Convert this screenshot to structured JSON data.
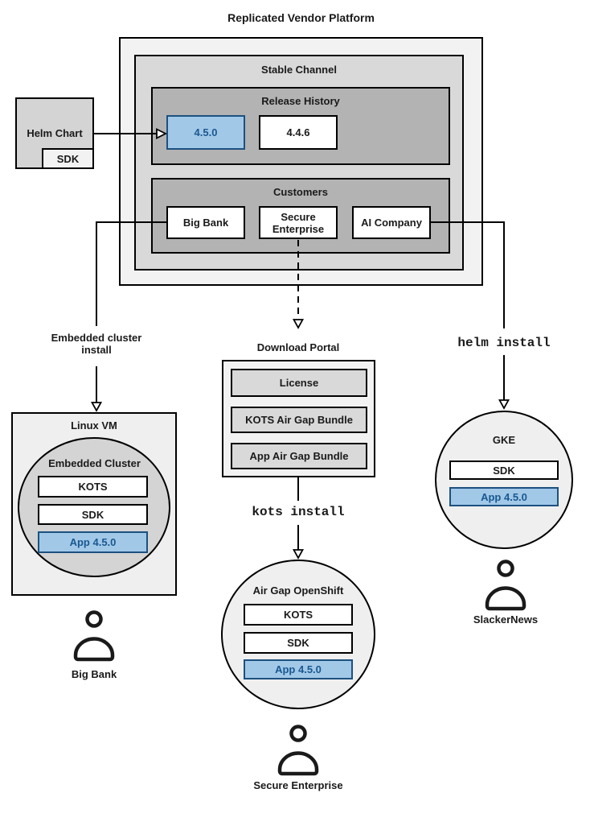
{
  "title": "Replicated Vendor Platform",
  "colors": {
    "outer_fill": "#f2f2f2",
    "channel_fill": "#d9d9d9",
    "section_fill": "#b3b3b3",
    "circle_dark_fill": "#d4d4d4",
    "circle_light_fill": "#efefef",
    "highlight_fill": "#a2c8e8",
    "highlight_border": "#1c5180",
    "highlight_text": "#19588f",
    "line_color": "#000000"
  },
  "helm_chart": {
    "label": "Helm Chart",
    "sdk": "SDK"
  },
  "platform": {
    "stable_channel_label": "Stable Channel",
    "release_history": {
      "label": "Release History",
      "releases": [
        "4.5.0",
        "4.4.6"
      ]
    },
    "customers": {
      "label": "Customers",
      "items": [
        "Big Bank",
        "Secure Enterprise",
        "AI Company"
      ]
    }
  },
  "left_branch": {
    "arrow_label": "Embedded cluster install",
    "vm_label": "Linux VM",
    "cluster_label": "Embedded Cluster",
    "components": [
      "KOTS",
      "SDK",
      "App 4.5.0"
    ],
    "user_label": "Big Bank"
  },
  "middle_branch": {
    "portal_label": "Download Portal",
    "portal_items": [
      "License",
      "KOTS Air Gap Bundle",
      "App Air Gap Bundle"
    ],
    "install_label": "kots install",
    "cluster_label": "Air Gap OpenShift",
    "components": [
      "KOTS",
      "SDK",
      "App 4.5.0"
    ],
    "user_label": "Secure Enterprise"
  },
  "right_branch": {
    "install_label": "helm install",
    "cluster_label": "GKE",
    "components": [
      "SDK",
      "App 4.5.0"
    ],
    "user_label": "SlackerNews"
  }
}
